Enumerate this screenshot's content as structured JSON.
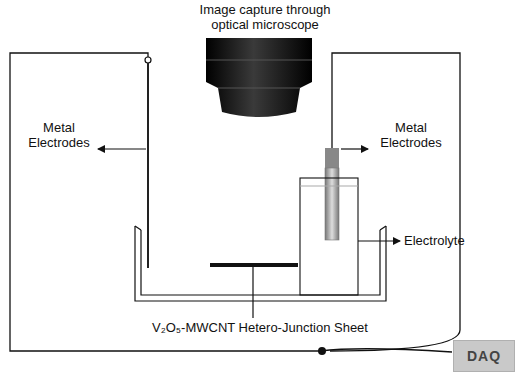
{
  "diagram": {
    "nodes": [
      {
        "text": [
          "DAQ"
        ]
      }
    ],
    "labels": [
      "Image capture through optical microscope",
      "Metal Electrodes",
      "Metal Electrodes",
      "Electrolyte",
      "V₂O₅-MWCNT Hetero-Junction Sheet"
    ]
  }
}
